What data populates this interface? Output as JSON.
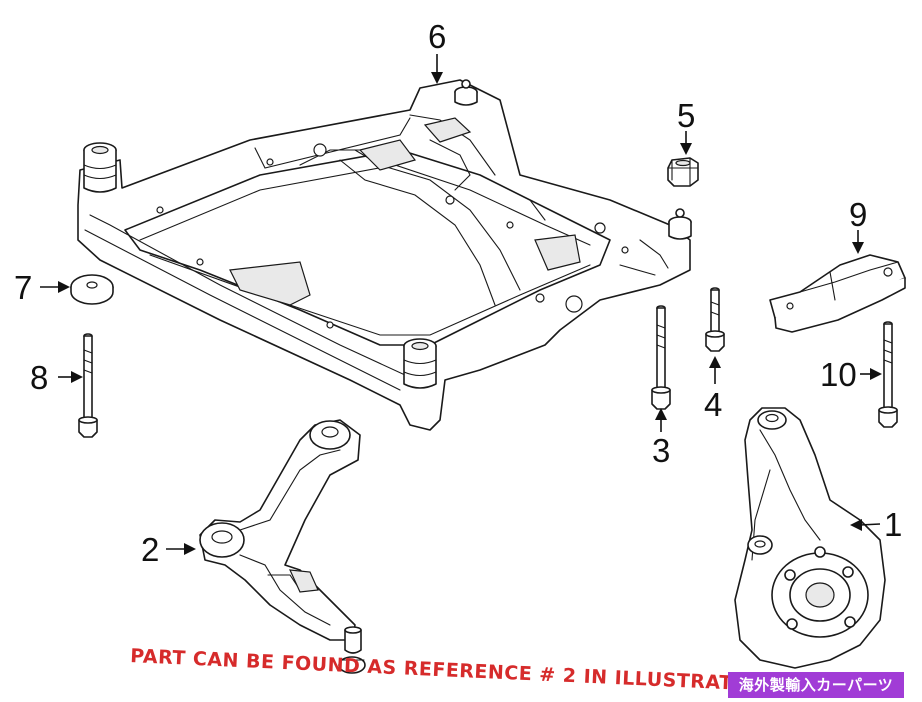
{
  "callouts": [
    "1",
    "2",
    "3",
    "4",
    "5",
    "6",
    "7",
    "8",
    "9",
    "10"
  ],
  "note": "PART CAN BE FOUND AS REFERENCE # 2 IN ILLUSTRATI",
  "badge": "海外製輸入カーパーツ",
  "colors": {
    "note": "#d62b2b",
    "badge": "#a13cd6",
    "line": "#1a1a1a"
  }
}
